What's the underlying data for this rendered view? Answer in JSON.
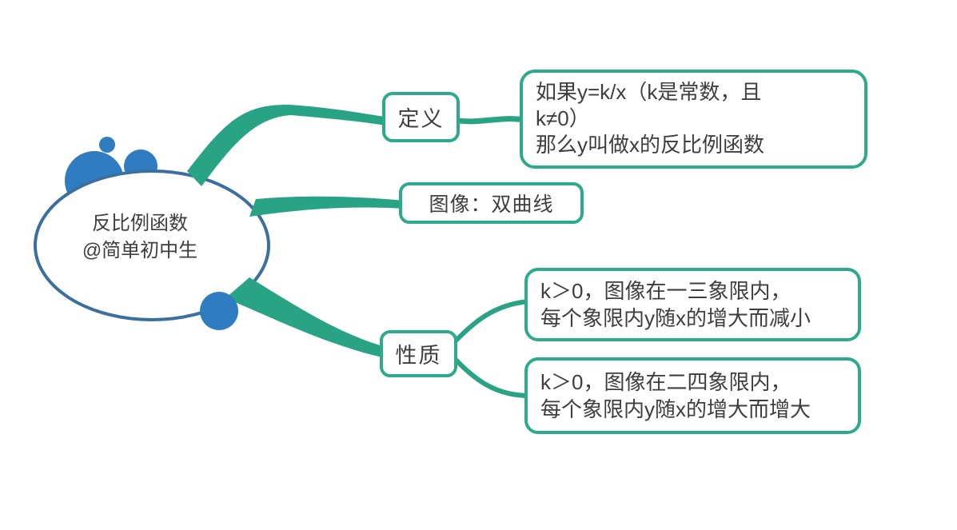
{
  "mindmap": {
    "root": {
      "title": "反比例函数",
      "handle": "@简单初中生"
    },
    "branches": [
      {
        "label": "定义",
        "children": [
          "如果y=k/x（k是常数，且\nk≠0）\n那么y叫做x的反比例函数"
        ]
      },
      {
        "label": "图像：双曲线",
        "children": []
      },
      {
        "label": "性质",
        "children": [
          "k＞0，图像在一三象限内，\n每个象限内y随x的增大而减小",
          "k＞0，图像在二四象限内，\n每个象限内y随x的增大而增大"
        ]
      }
    ]
  },
  "colors": {
    "branch_green": "#28a383",
    "node_border_green": "#2da98c",
    "decor_blue": "#2f7dc0",
    "root_outline_blue": "#3b6fa0",
    "text": "#3e3e3e",
    "node_fill": "#ffffff",
    "background": "#ffffff"
  }
}
